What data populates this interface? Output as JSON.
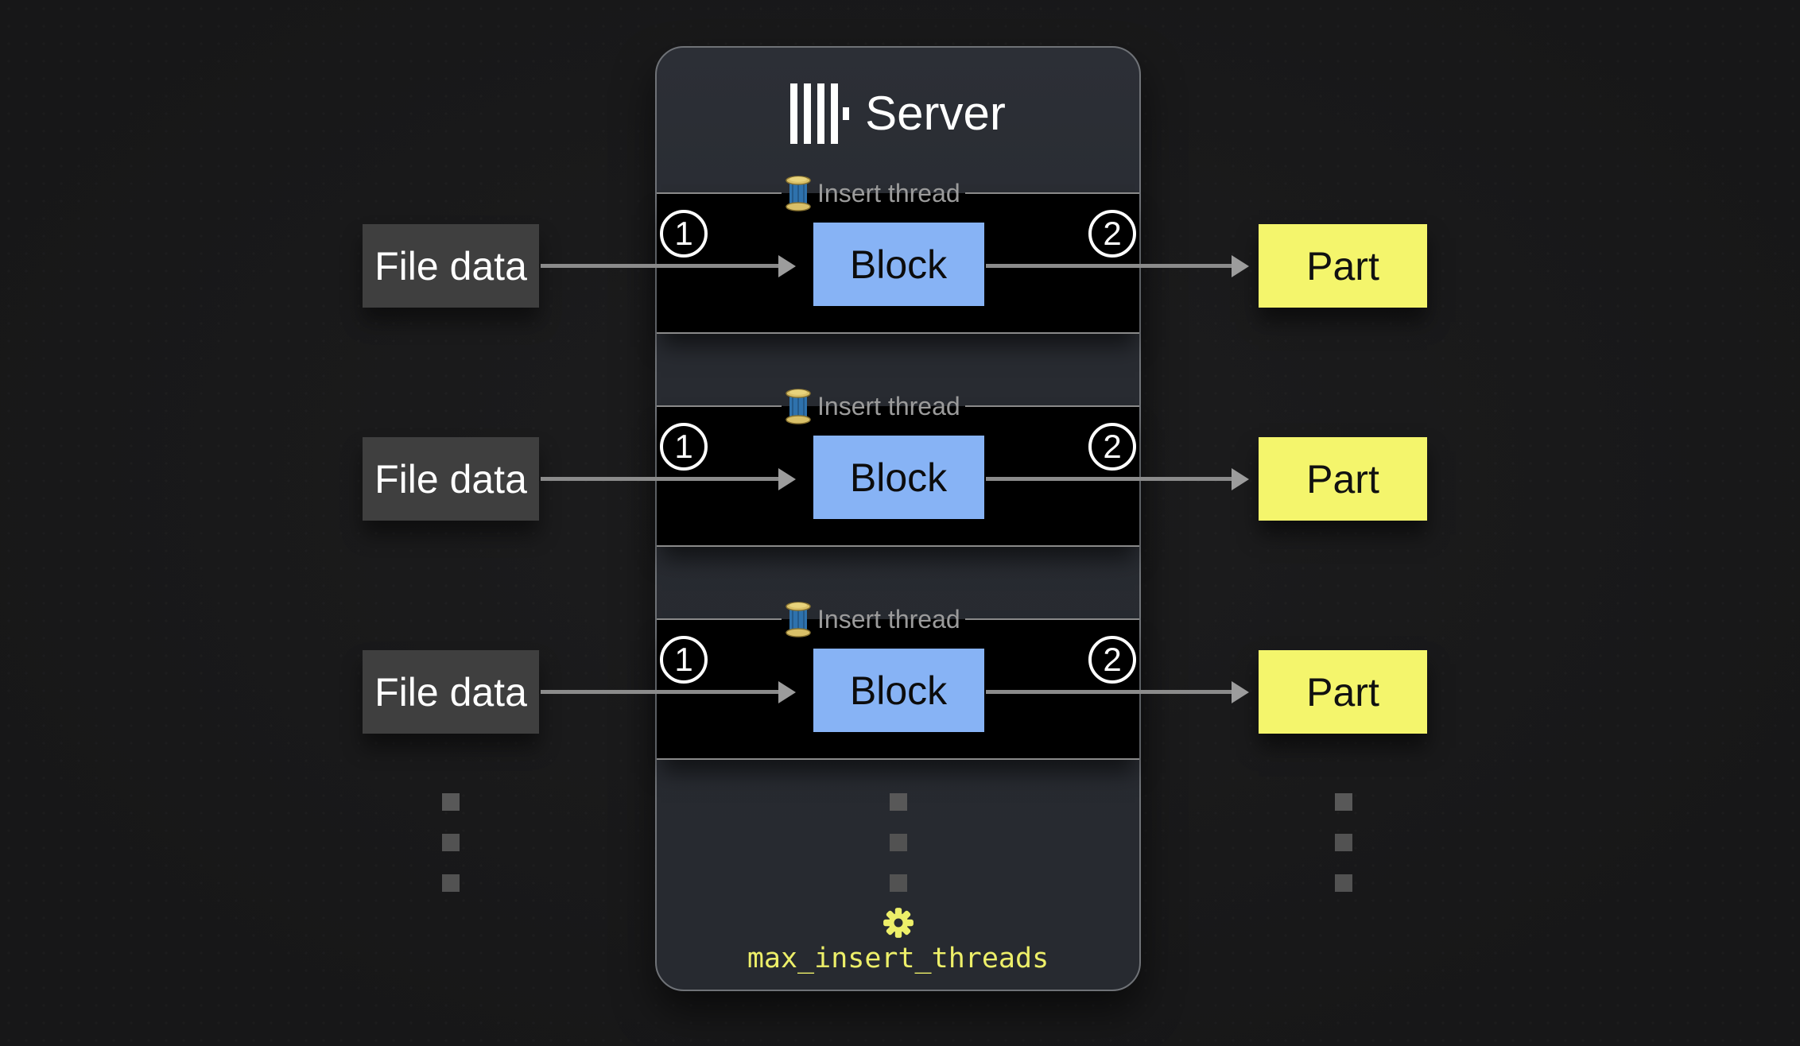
{
  "title": {
    "text": "Server",
    "logo_icon": "clickhouse-bars-logo"
  },
  "rows": [
    {
      "source_label": "File data",
      "thread_label": "Insert thread",
      "thread_icon": "thread-spool-icon",
      "step_in": "1",
      "block_label": "Block",
      "step_out": "2",
      "output_label": "Part"
    },
    {
      "source_label": "File data",
      "thread_label": "Insert thread",
      "thread_icon": "thread-spool-icon",
      "step_in": "1",
      "block_label": "Block",
      "step_out": "2",
      "output_label": "Part"
    },
    {
      "source_label": "File data",
      "thread_label": "Insert thread",
      "thread_icon": "thread-spool-icon",
      "step_in": "1",
      "block_label": "Block",
      "step_out": "2",
      "output_label": "Part"
    }
  ],
  "continuation": {
    "columns": 3,
    "dots_per_column": 3
  },
  "footer": {
    "gear_icon": "gear-icon",
    "setting_name": "max_insert_threads"
  },
  "colors": {
    "background": "#1a1a1b",
    "server_fill": "#282b31",
    "server_border": "#6f7277",
    "section_fill": "#000000",
    "section_border": "#8a8a8a",
    "legend_text": "#9b9b9b",
    "block_fill": "#87b3f5",
    "file_fill": "#3f3f3f",
    "part_fill": "#f4f56c",
    "arrow": "#8b8b8b",
    "step_text": "#ffffff",
    "accent_yellow": "#edef69"
  }
}
